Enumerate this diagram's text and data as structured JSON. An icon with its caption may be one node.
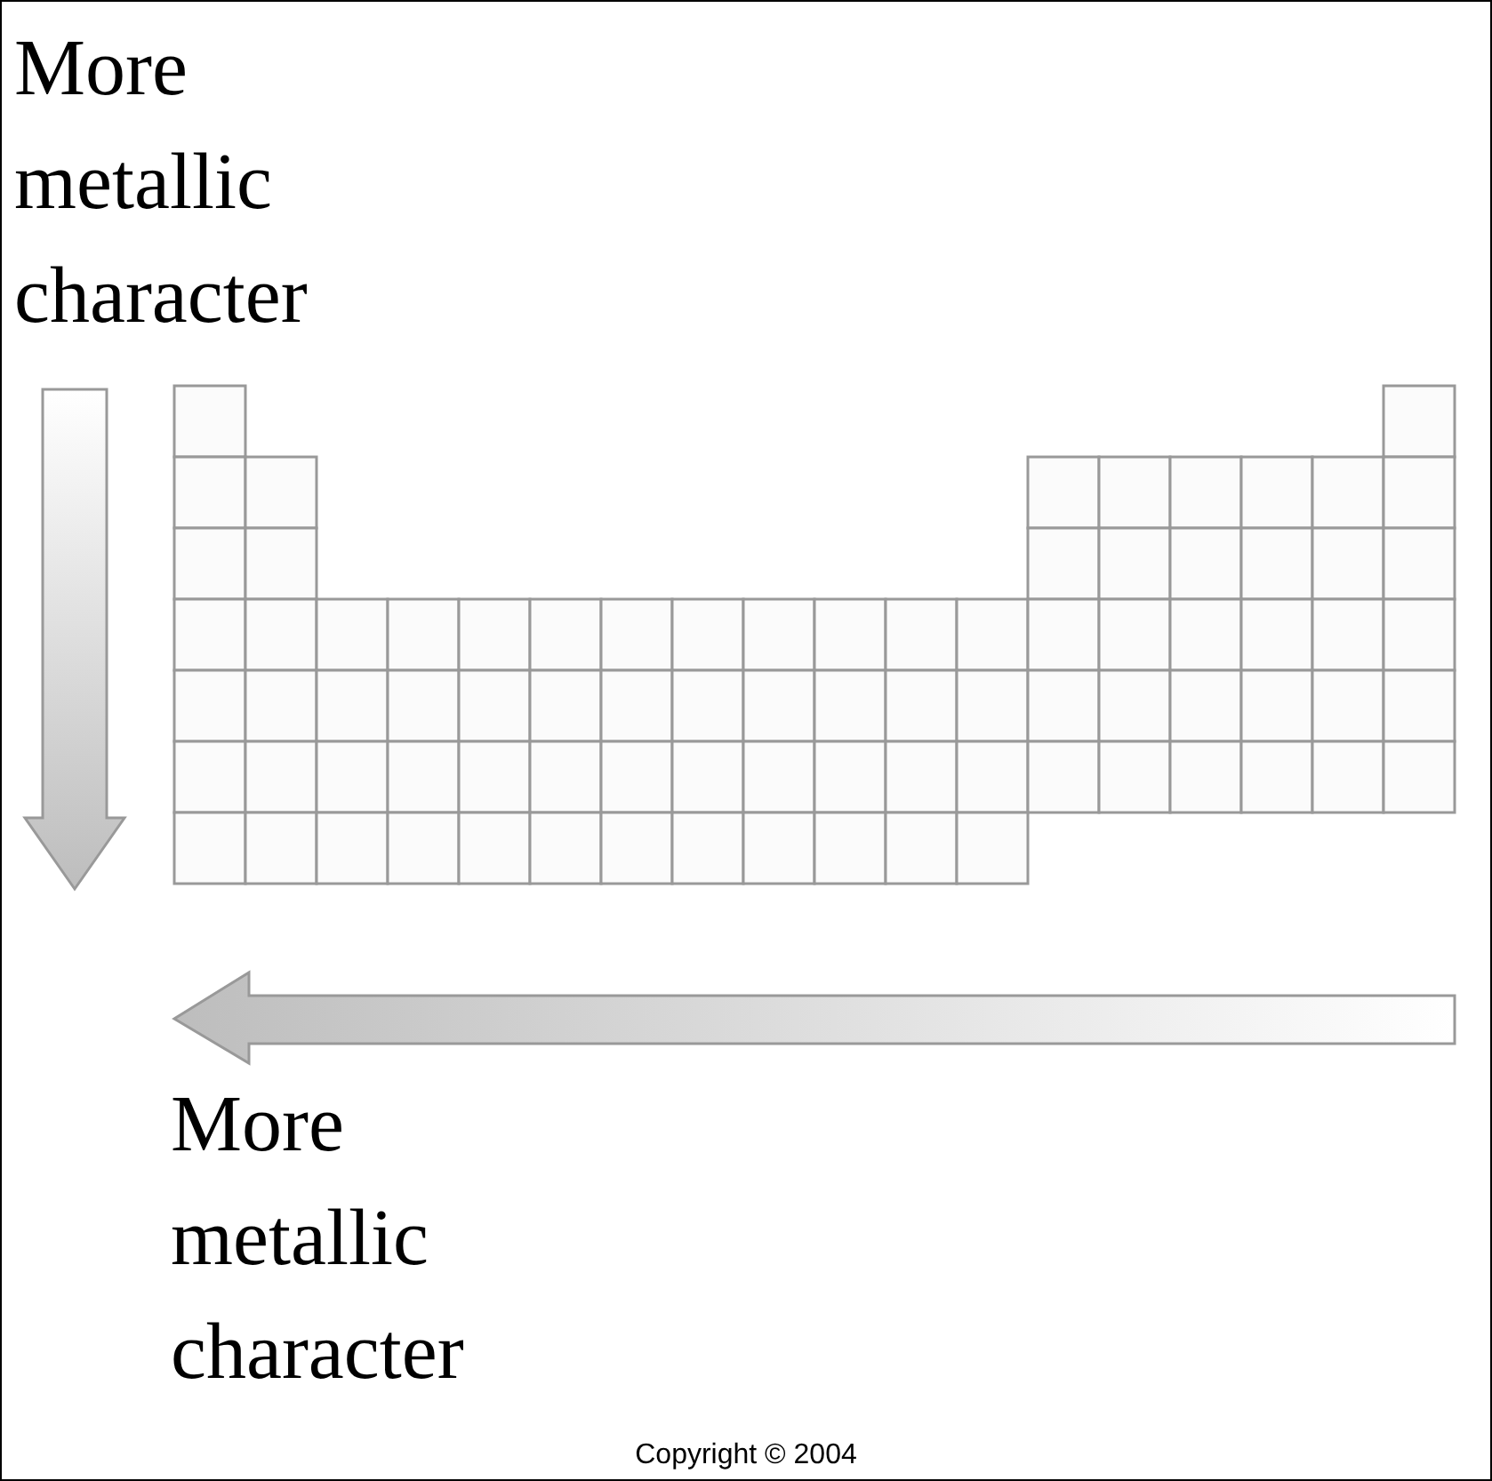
{
  "diagram": {
    "labels": [
      "More metallic character",
      "More metallic character",
      "Copyright © 2004"
    ]
  }
}
